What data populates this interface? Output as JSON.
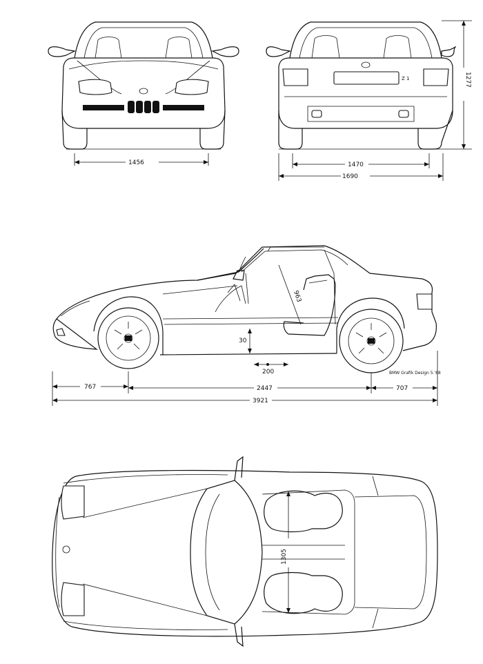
{
  "dimensions": {
    "front_track": "1456",
    "rear_track": "1470",
    "overall_width": "1690",
    "overall_height": "1277",
    "front_overhang": "767",
    "wheelbase": "2447",
    "rear_overhang": "707",
    "overall_length": "3921",
    "seat_travel": "200",
    "seat_height_adjust": "30",
    "headroom": "963",
    "interior_width": "1305"
  },
  "credit": "BMW Grafik Design 5.'88",
  "rear_badge": "Z 1"
}
